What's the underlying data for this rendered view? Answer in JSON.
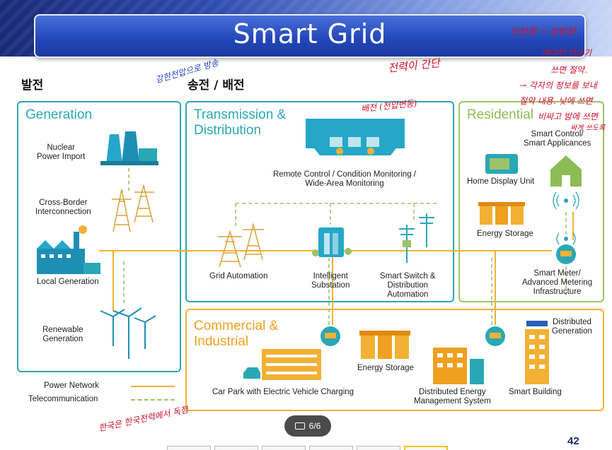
{
  "slide": {
    "title": "Smart Grid",
    "page_number": "42",
    "heading_left": "발전",
    "heading_mid": "송전 / 배전"
  },
  "pager": {
    "label": "6/6"
  },
  "sections": {
    "generation": "Generation",
    "transmission": "Transmission &\nDistribution",
    "residential": "Residential",
    "commercial": "Commercial &\nIndustrial"
  },
  "labels": {
    "nuclear": "Nuclear\nPower Import",
    "crossborder": "Cross-Border\nInterconnection",
    "localgen": "Local Generation",
    "renewable": "Renewable\nGeneration",
    "remote": "Remote Control / Condition Monitoring /\nWide-Area Monitoring",
    "gridauto": "Grid Automation",
    "substation": "Intelligent\nSubstation",
    "smartswitch": "Smart Switch &\nDistribution\nAutomation",
    "smartcontrol": "Smart Control/\nSmart Applicances",
    "homedisplay": "Home Display Unit",
    "energystorage_res": "Energy Storage",
    "smartmeter": "Smart Meter/\nAdvanced Metering\nInfrastructure",
    "distgen": "Distributed\nGeneration",
    "energystorage_ci": "Energy Storage",
    "carpark": "Car Park with Electric Vehicle Charging",
    "dems": "Distributed Energy\nManagement System",
    "smartbuilding": "Smart Building"
  },
  "legend": {
    "power": "Power Network",
    "telecom": "Telecommunication"
  },
  "annotations": {
    "a1": "단방향 → 쌍방향",
    "a2": "에어컨 안쓰기",
    "a3": "쓰면 절약.",
    "a4": "→ 각자의 정보를 보내",
    "a5": "절약 내용. 낮에 쓰면",
    "a6": "비싸고 밤에 쓰면",
    "a7": "싸게 쓰도록",
    "a8": "전력이 간단",
    "a9": "배전 (전압변동)",
    "a10": "강한전압으로 방송",
    "a11": "한국은 한국전력에서 독점"
  },
  "colors": {
    "teal": "#2aa7b5",
    "green": "#8cbc55",
    "orange": "#f0a020",
    "power_line": "#f2b134",
    "telecom_line": "#9cc36a",
    "title_blue": "#2246b8",
    "annotation_red": "#d0102a",
    "annotation_blue": "#2244cc"
  }
}
